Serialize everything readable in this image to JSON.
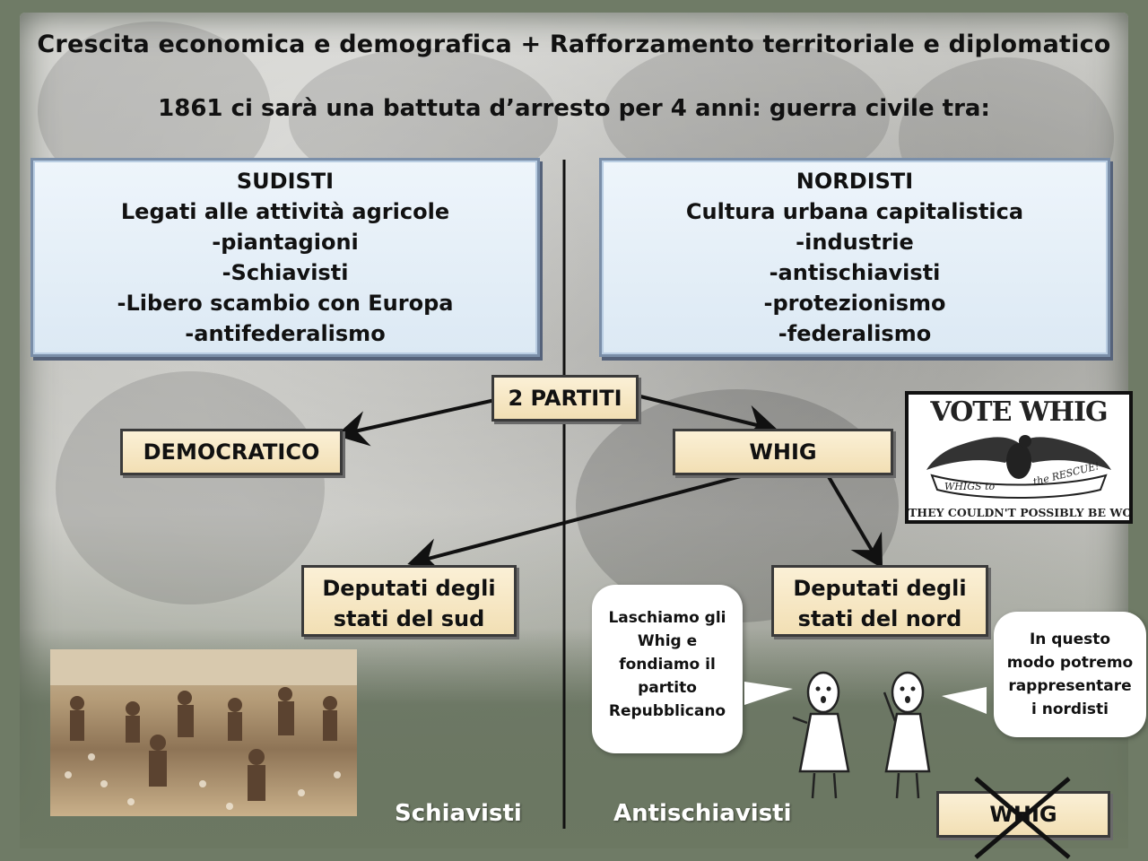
{
  "title": "Crescita economica e demografica + Rafforzamento territoriale e diplomatico",
  "subtitle": "1861 ci sarà una battuta d’arresto per 4 anni: guerra civile tra:",
  "sudisti": {
    "heading": "SUDISTI",
    "lines": [
      "Legati alle attività agricole",
      "-piantagioni",
      "-Schiavisti",
      "-Libero scambio con Europa",
      "-antifederalismo"
    ]
  },
  "nordisti": {
    "heading": "NORDISTI",
    "lines": [
      "Cultura urbana capitalistica",
      "-industrie",
      "-antischiavisti",
      "-protezionismo",
      "-federalismo"
    ]
  },
  "parties": {
    "root": "2 PARTITI",
    "democratic": "DEMOCRATICO",
    "whig": "WHIG",
    "south_deputies": [
      "Deputati degli",
      "stati del sud"
    ],
    "north_deputies": [
      "Deputati degli",
      "stati del nord"
    ],
    "whig_crossed": "WHIG"
  },
  "vote_whig": {
    "headline": "VOTE WHIG",
    "ribbon_left": "WHIGS to",
    "ribbon_right": "the RESCUE!",
    "footer": "THEY COULDN'T POSSIBLY BE WORSE"
  },
  "bubbles": {
    "left": [
      "Laschiamo gli",
      "Whig e",
      "fondiamo il",
      "partito",
      "Repubblicano"
    ],
    "right": [
      "In questo",
      "modo potremo",
      "rappresentare",
      "i nordisti"
    ]
  },
  "bottom": {
    "left": "Schiavisti",
    "right": "Antischiavisti"
  },
  "colors": {
    "blue_box": "#e4eef7",
    "tan_box": "#f6e6c0",
    "frame": "#6f7b66",
    "arrow": "#111111"
  }
}
